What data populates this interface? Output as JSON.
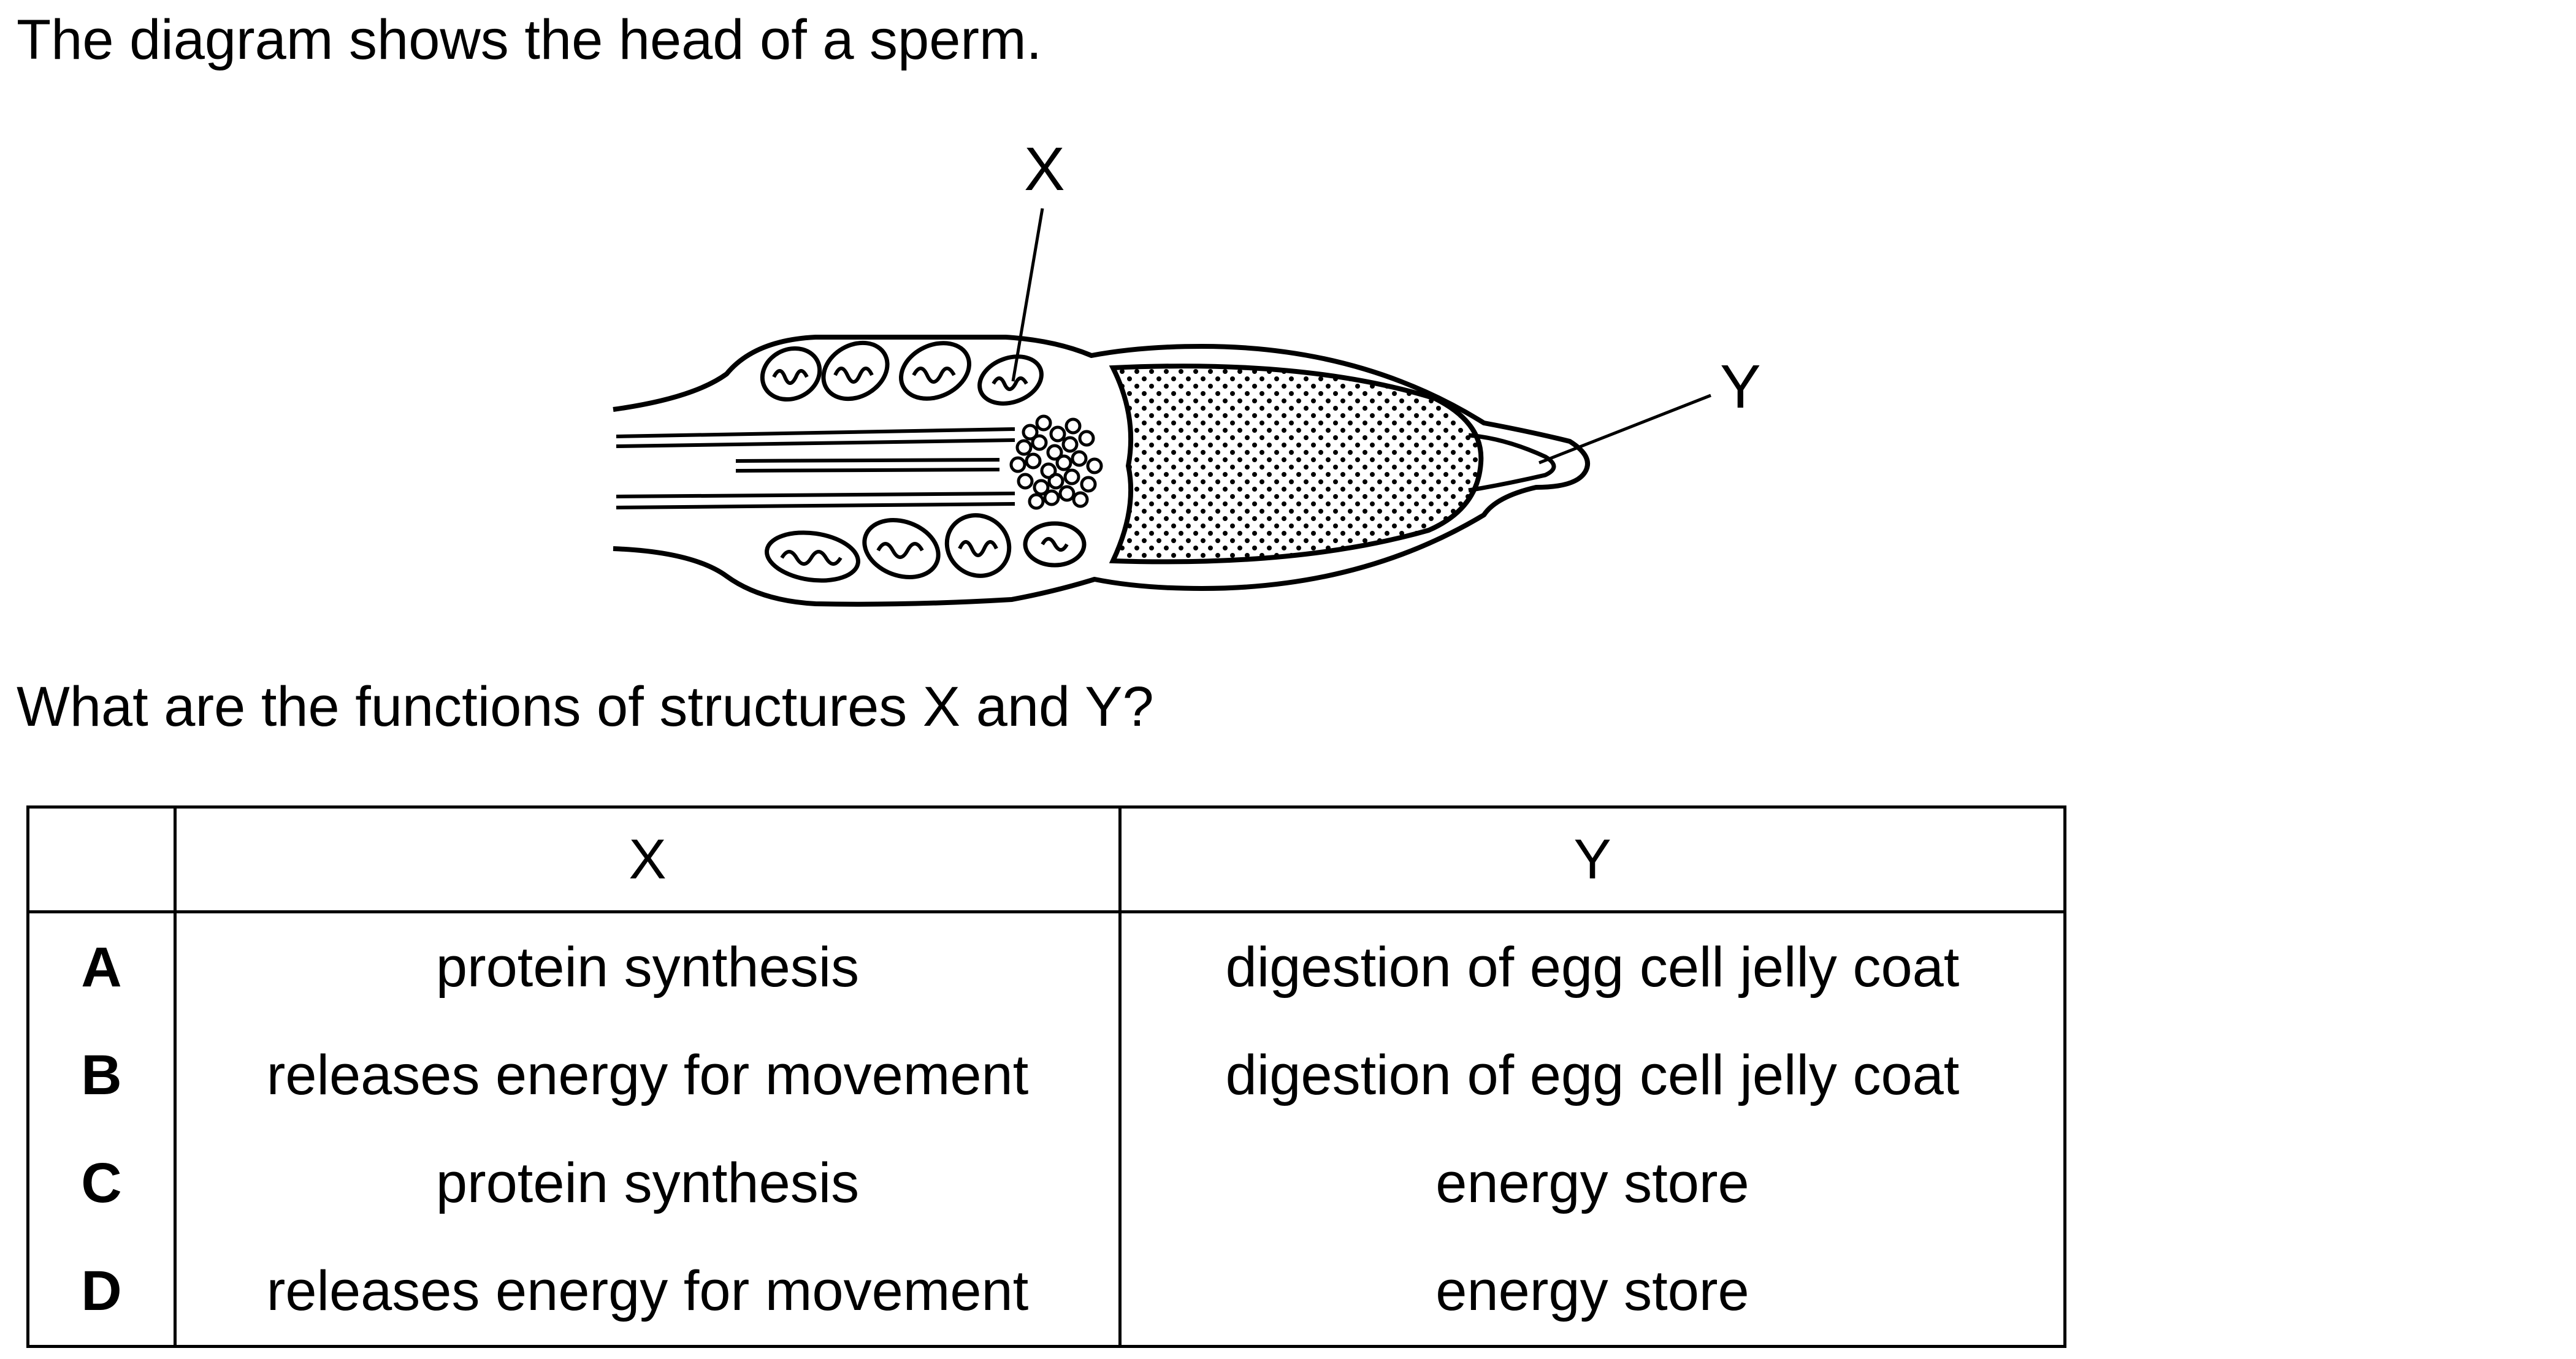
{
  "intro": "The diagram shows the head of a sperm.",
  "diagram": {
    "label_x": "X",
    "label_y": "Y"
  },
  "question": "What are the functions of structures X and Y?",
  "table": {
    "headers": [
      "",
      "X",
      "Y"
    ],
    "rows": [
      {
        "option": "A",
        "x": "protein synthesis",
        "y": "digestion of egg cell jelly coat"
      },
      {
        "option": "B",
        "x": "releases energy for movement",
        "y": "digestion of egg cell jelly coat"
      },
      {
        "option": "C",
        "x": "protein synthesis",
        "y": "energy store"
      },
      {
        "option": "D",
        "x": "releases energy for movement",
        "y": "energy store"
      }
    ]
  }
}
